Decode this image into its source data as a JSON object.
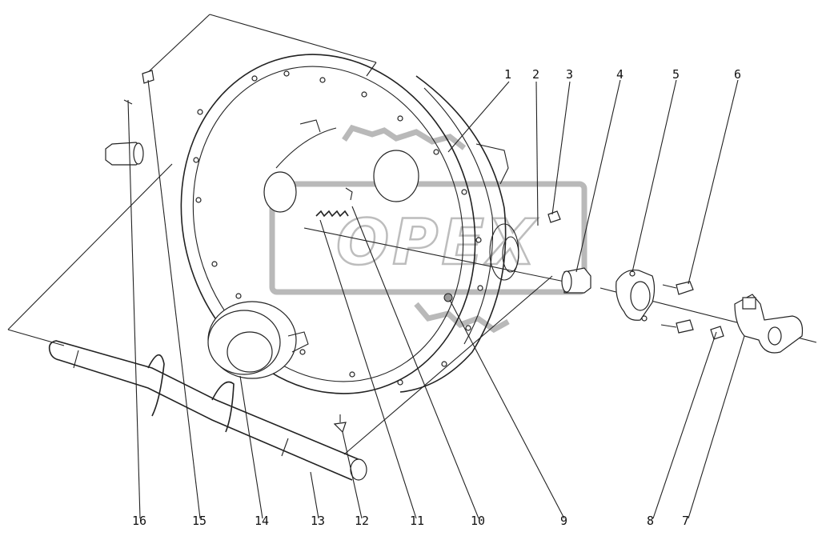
{
  "callouts": [
    {
      "num": "1"
    },
    {
      "num": "2"
    },
    {
      "num": "3"
    },
    {
      "num": "4"
    },
    {
      "num": "5"
    },
    {
      "num": "6"
    },
    {
      "num": "7"
    },
    {
      "num": "8"
    },
    {
      "num": "9"
    },
    {
      "num": "10"
    },
    {
      "num": "11"
    },
    {
      "num": "12"
    },
    {
      "num": "13"
    },
    {
      "num": "14"
    },
    {
      "num": "15"
    },
    {
      "num": "16"
    }
  ],
  "watermark": {
    "text": "OPEX"
  },
  "colors": {
    "line": "#222222",
    "watermark": "#bdbdbd"
  }
}
